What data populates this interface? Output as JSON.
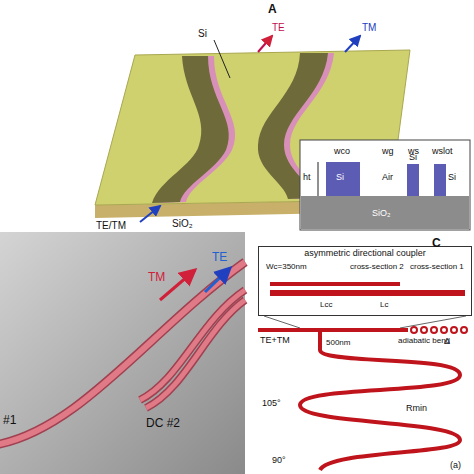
{
  "diagram": {
    "nodes": [
      {
        "text": [
          "asymmetric directional coupler"
        ]
      }
    ],
    "labels": [
      "A",
      "Si",
      "TE",
      "TM",
      "TE/TM",
      "SiO₂",
      "wco",
      "wg",
      "ws",
      "wslot",
      "ht",
      "Si",
      "Air",
      "Si",
      "Si",
      "SiO₂",
      "TM",
      "TE",
      "#1",
      "DC #2",
      "C",
      "Wc=350nm",
      "cross-section 2",
      "cross-section 1",
      "Lcc",
      "Lc",
      "Δ",
      "TE+TM",
      "adiabatic bend",
      "500nm",
      "105°",
      "Rmin",
      "90°",
      "(a)"
    ]
  }
}
